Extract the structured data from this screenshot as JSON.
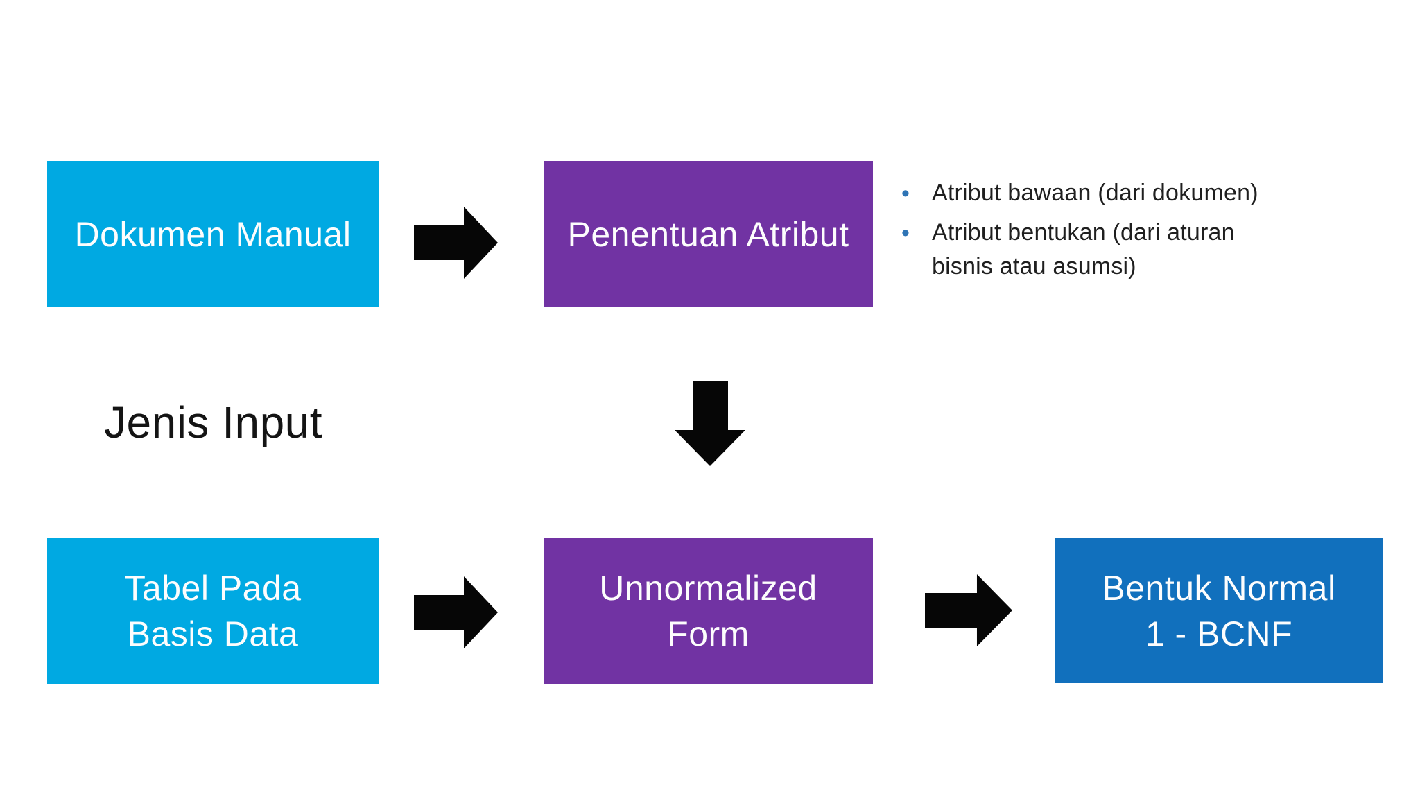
{
  "colors": {
    "background": "#ffffff",
    "node_cyan": "#00a9e2",
    "node_purple": "#7133a3",
    "node_blue": "#1170bd",
    "arrow_black": "#060606",
    "bullet_blue": "#2e74b5",
    "annotation_text": "#1f1f1f",
    "node_text": "#fdfdfd",
    "row_label_text": "#141414"
  },
  "diagram": {
    "row_label": "Jenis Input",
    "nodes": {
      "dokumen": {
        "label": "Dokumen Manual"
      },
      "penentuan": {
        "label": "Penentuan Atribut"
      },
      "tabel": {
        "label": "Tabel Pada\nBasis Data"
      },
      "unnormalized": {
        "label": "Unnormalized\nForm"
      },
      "bentuk": {
        "label": "Bentuk Normal\n1 - BCNF"
      }
    },
    "annotations": {
      "bullet_glyph": "•",
      "items": [
        {
          "text": "Atribut bawaan (dari dokumen)"
        },
        {
          "text": "Atribut bentukan (dari aturan bisnis atau asumsi)"
        }
      ]
    },
    "arrows": [
      {
        "name": "arrow-dokumen-to-penentuan",
        "direction": "right"
      },
      {
        "name": "arrow-penentuan-to-unnormalized",
        "direction": "down"
      },
      {
        "name": "arrow-tabel-to-unnormalized",
        "direction": "right"
      },
      {
        "name": "arrow-unnormalized-to-bentuk",
        "direction": "right"
      }
    ]
  }
}
